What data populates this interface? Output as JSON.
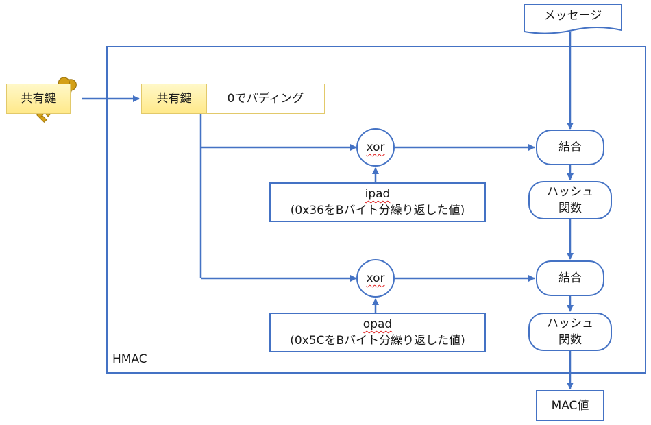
{
  "message": "メッセージ",
  "hmac_label": "HMAC",
  "shared_key": "共有鍵",
  "inner_key": "共有鍵",
  "padding": "0でパディング",
  "xor_top": "xor",
  "xor_bottom": "xor",
  "ipad": {
    "name": "ipad",
    "desc": "(0x36をBバイト分繰り返した値)"
  },
  "opad": {
    "name": "opad",
    "desc": "(0x5CをBバイト分繰り返した値)"
  },
  "concat_top": "結合",
  "concat_bottom": "結合",
  "hash_top": {
    "line1": "ハッシュ",
    "line2": "関数"
  },
  "hash_bottom": {
    "line1": "ハッシュ",
    "line2": "関数"
  },
  "mac_value": "MAC値",
  "colors": {
    "line": "#4472c4",
    "key_fill": "#ffe98a",
    "key_icon": "#d4a017"
  },
  "icons": {
    "key": "key-icon"
  }
}
